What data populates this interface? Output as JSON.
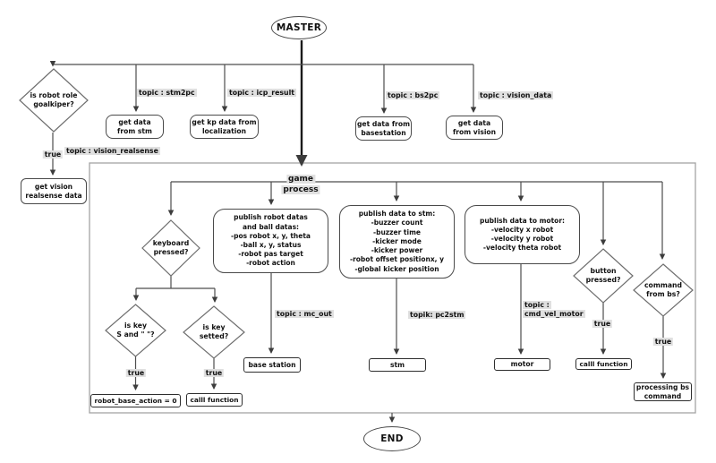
{
  "colors": {
    "line": "#4d4d4d",
    "master_line": "#1a1a1a",
    "label_bg": "#e0e0e0",
    "container_border": "#a3a3a3",
    "node_border": "#4a4a4a"
  },
  "master": {
    "label": "MASTER"
  },
  "end": {
    "label": "END"
  },
  "top_row": {
    "goalkeeper_question": "is robot role\ngoalkiper?",
    "goalkeeper_true": "true",
    "vision_realsense_topic": "topic : vision_realsense",
    "vision_realsense_box": "get vision\nrealsense data",
    "branches": [
      {
        "topic": "topic : stm2pc",
        "box": "get data\nfrom stm"
      },
      {
        "topic": "topic : icp_result",
        "box": "get kp data from\nlocalization"
      },
      {
        "topic": "topic : bs2pc",
        "box": "get data from\nbasestation"
      },
      {
        "topic": "topic : vision_data",
        "box": "get data\nfrom vision"
      }
    ]
  },
  "game_process": {
    "label": "game\nprocess",
    "keyboard_question": "keyboard\npressed?",
    "key_s_question": "is key\nS and \" \"?",
    "key_s_true": "true",
    "key_s_result": "robot_base_action = 0",
    "key_setted_question": "is key\nsetted?",
    "key_setted_true": "true",
    "key_setted_result": "calll function",
    "publish_robot_box": "publish robot datas\nand ball datas:\n-pos robot x, y, theta\n-ball x, y, status\n-robot pas target\n-robot action",
    "mc_out_topic": "topic : mc_out",
    "base_station_box": "base station",
    "publish_stm_box": "publish data to stm:\n-buzzer count\n-buzzer time\n-kicker mode\n-kicker power\n-robot offset positionx, y\n-global kicker position",
    "pc2stm_topic": "topik: pc2stm",
    "stm_box": "stm",
    "publish_motor_box": "publish data to motor:\n-velocity x robot\n-velocity y robot\n-velocity theta robot",
    "cmd_vel_topic": "topic :\ncmd_vel_motor",
    "motor_box": "motor",
    "button_question": "button\npressed?",
    "button_true": "true",
    "button_result": "calll function",
    "command_question": "command\nfrom bs?",
    "command_true": "true",
    "command_result": "processing bs\ncommand"
  }
}
